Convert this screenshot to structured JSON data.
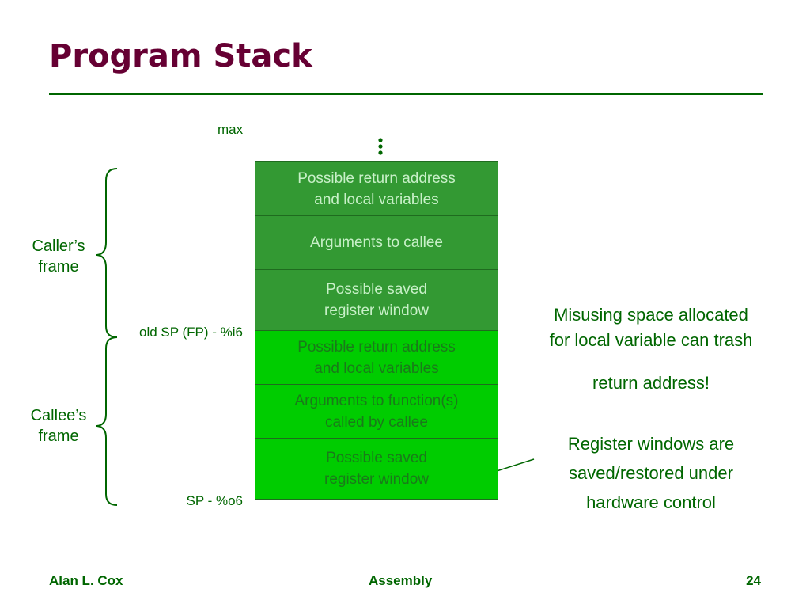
{
  "slide": {
    "title": "Program Stack",
    "colors": {
      "title": "#660033",
      "accent": "#006600",
      "frame_dark": "#339933",
      "frame_bright": "#00cc00"
    }
  },
  "labels": {
    "max": "max",
    "old_sp": "old SP (FP) - %i6",
    "sp": "SP - %o6"
  },
  "frames": {
    "caller": {
      "line1": "Caller’s",
      "line2": "frame"
    },
    "callee": {
      "line1": "Callee’s",
      "line2": "frame"
    }
  },
  "stack": {
    "blocks": [
      {
        "line1": "Possible return address",
        "line2": "and local variables",
        "frame": "caller"
      },
      {
        "line1": "Arguments to callee",
        "line2": "",
        "frame": "caller"
      },
      {
        "line1": "Possible saved",
        "line2": "register window",
        "frame": "caller"
      },
      {
        "line1": "Possible return address",
        "line2": "and local variables",
        "frame": "callee"
      },
      {
        "line1": "Arguments to function(s)",
        "line2": "called by callee",
        "frame": "callee"
      },
      {
        "line1": "Possible saved",
        "line2": "register window",
        "frame": "callee"
      }
    ]
  },
  "notes": {
    "misuse": {
      "line1": "Misusing space allocated",
      "line2": "for local variable can trash",
      "line3": "return address!"
    },
    "register": {
      "line1": "Register windows are",
      "line2": "saved/restored under",
      "line3": "hardware control"
    }
  },
  "footer": {
    "author": "Alan L. Cox",
    "course": "Assembly",
    "page": "24"
  }
}
